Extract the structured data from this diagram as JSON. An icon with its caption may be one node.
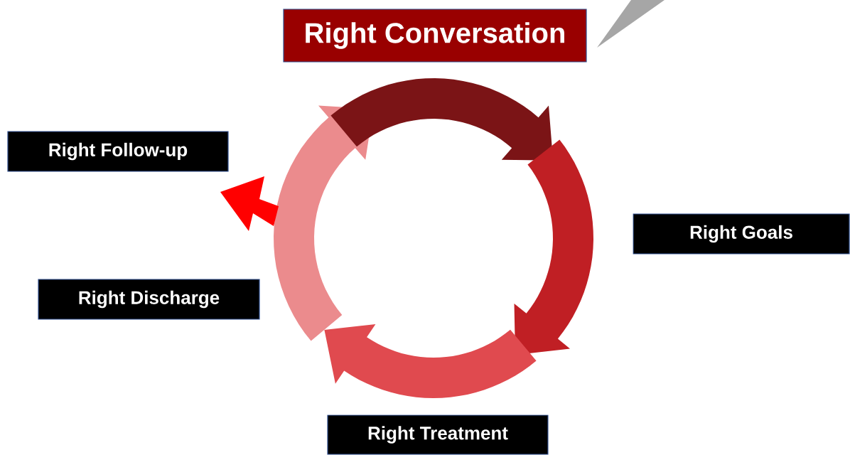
{
  "diagram": {
    "nodes": [
      {
        "text": [
          "Right Conversation"
        ]
      },
      {
        "text": [
          "Right Follow-up"
        ]
      },
      {
        "text": [
          "Right Goals"
        ]
      },
      {
        "text": [
          "Right Discharge"
        ]
      },
      {
        "text": [
          "Right Treatment"
        ]
      }
    ]
  }
}
